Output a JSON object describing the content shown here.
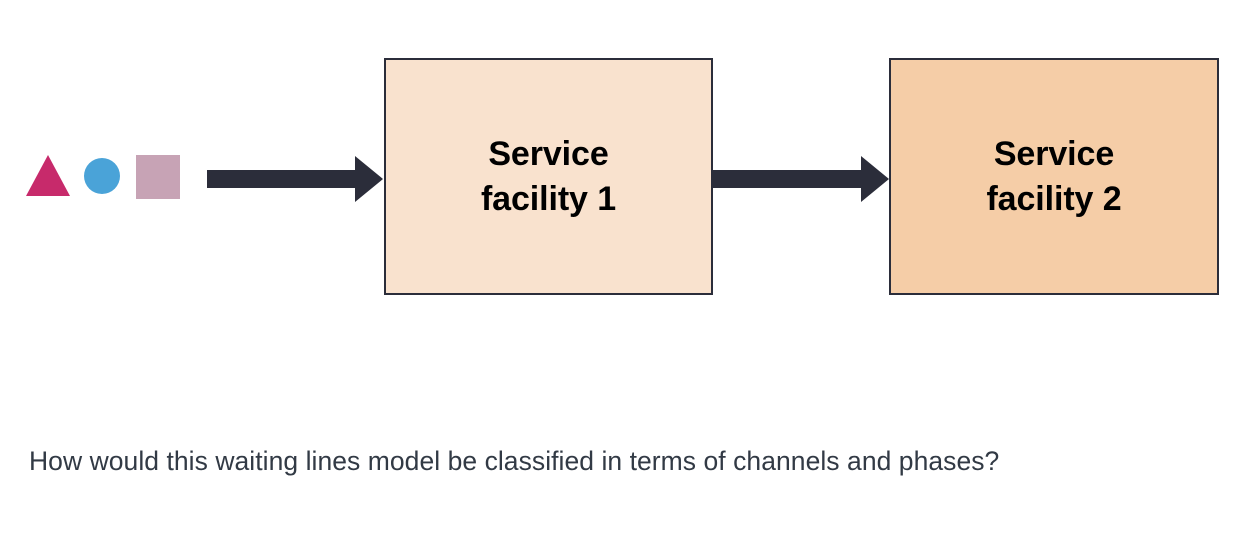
{
  "background_color": "#ffffff",
  "diagram": {
    "type": "queueing-system-flow",
    "queue_shapes": [
      {
        "name": "triangle",
        "shape": "triangle",
        "color": "#C72A6B"
      },
      {
        "name": "circle",
        "shape": "circle",
        "color": "#4AA3D8"
      },
      {
        "name": "square",
        "shape": "square",
        "color": "#C7A3B5"
      }
    ],
    "arrows": [
      {
        "name": "arrival-arrow",
        "direction": "right",
        "color": "#2B2D3A"
      },
      {
        "name": "transfer-arrow",
        "direction": "right",
        "color": "#2B2D3A"
      }
    ],
    "facilities": [
      {
        "label": "Service\nfacility 1",
        "fill": "#F9E2CE",
        "border": "#2B2D3A"
      },
      {
        "label": "Service\nfacility 2",
        "fill": "#F5CDA7",
        "border": "#2B2D3A"
      }
    ]
  },
  "caption": {
    "text": "How would this waiting lines model be classified in terms of channels and phases?",
    "color": "#323A45"
  }
}
